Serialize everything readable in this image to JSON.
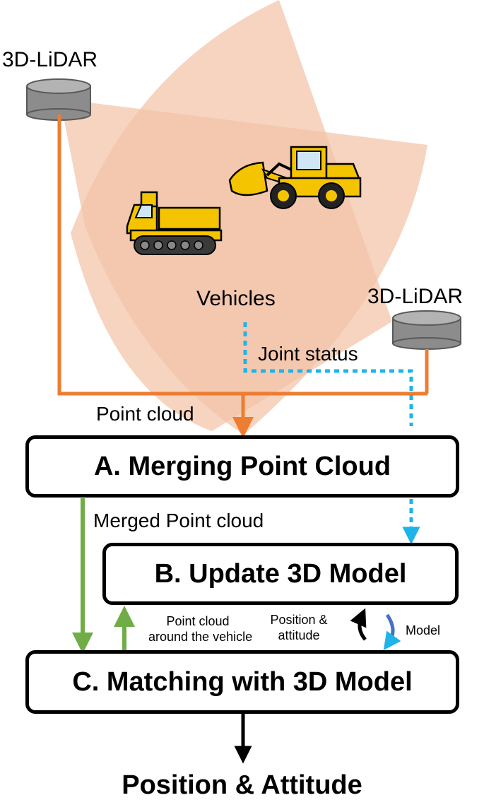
{
  "lidar_left": "3D-LiDAR",
  "lidar_right": "3D-LiDAR",
  "vehicles": "Vehicles",
  "joint_status": "Joint status",
  "point_cloud": "Point cloud",
  "merged_point_cloud": "Merged Point cloud",
  "box_a": "A. Merging Point Cloud",
  "box_b": "B. Update 3D Model",
  "box_c": "C. Matching with 3D Model",
  "point_cloud_around_1": "Point cloud",
  "point_cloud_around_2": "around the vehicle",
  "position_attitude_1": "Position &",
  "position_attitude_2": "attitude",
  "model": "Model",
  "output": "Position & Attitude",
  "colors": {
    "sensor_fov": "#f2c3a8",
    "cloud_arrow": "#ed7d31",
    "status_arrow": "#1fb4e8",
    "merged_arrow": "#70ad47",
    "model_arrow": "#4472c4",
    "vehicle_yellow": "#f5c400"
  }
}
